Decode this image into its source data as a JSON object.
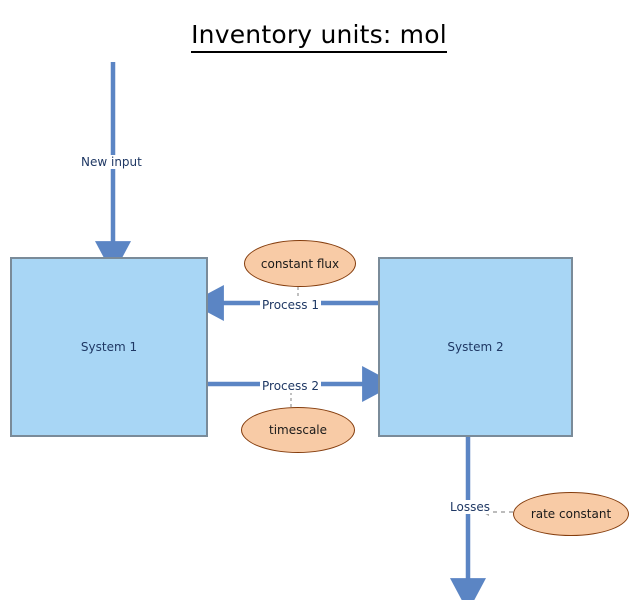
{
  "diagram": {
    "title": "Inventory units: mol",
    "colors": {
      "box_fill": "#a8d6f5",
      "box_border": "#7a8b99",
      "ellipse_fill": "#f8cba6",
      "ellipse_border": "#843c0c",
      "arrow": "#5b85c4",
      "label_text": "#1f3864",
      "title_text": "#000000",
      "dashed_connector": "#a6a6a6"
    },
    "boxes": [
      {
        "id": "system-1",
        "label": "System 1"
      },
      {
        "id": "system-2",
        "label": "System 2"
      }
    ],
    "ellipses": [
      {
        "id": "constant-flux",
        "label": "constant flux"
      },
      {
        "id": "timescale",
        "label": "timescale"
      },
      {
        "id": "rate-constant",
        "label": "rate constant"
      }
    ],
    "flows": [
      {
        "id": "new-input",
        "label": "New input",
        "direction": "down",
        "from": "external",
        "to": "System 1"
      },
      {
        "id": "process-1",
        "label": "Process 1",
        "direction": "left",
        "from": "System 2",
        "to": "System 1"
      },
      {
        "id": "process-2",
        "label": "Process 2",
        "direction": "right",
        "from": "System 1",
        "to": "System 2"
      },
      {
        "id": "losses",
        "label": "Losses",
        "direction": "down",
        "from": "System 2",
        "to": "external"
      }
    ],
    "connectors": [
      {
        "id": "constant-flux-to-process-1",
        "from": "constant flux",
        "to": "Process 1",
        "style": "dashed"
      },
      {
        "id": "timescale-to-process-2",
        "from": "timescale",
        "to": "Process 2",
        "style": "dashed"
      },
      {
        "id": "rate-constant-to-losses",
        "from": "rate constant",
        "to": "Losses",
        "style": "dashed"
      }
    ]
  }
}
